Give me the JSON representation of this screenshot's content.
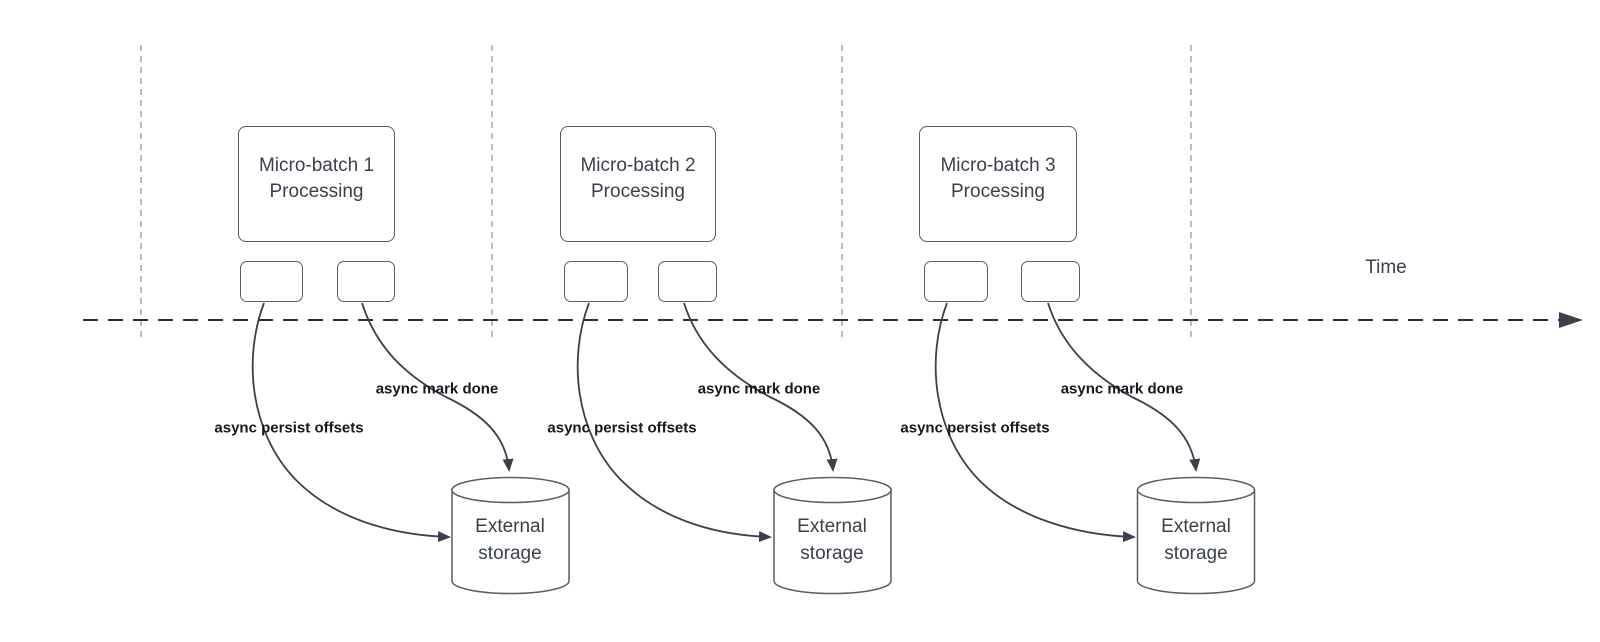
{
  "timeline": {
    "label": "Time"
  },
  "sections": [
    {
      "title_line1": "Micro-batch 1",
      "title_line2": "Processing",
      "persist_label": "async persist offsets",
      "mark_done_label": "async mark done",
      "storage": {
        "line1": "External",
        "line2": "storage"
      }
    },
    {
      "title_line1": "Micro-batch 2",
      "title_line2": "Processing",
      "persist_label": "async persist offsets",
      "mark_done_label": "async mark done",
      "storage": {
        "line1": "External",
        "line2": "storage"
      }
    },
    {
      "title_line1": "Micro-batch 3",
      "title_line2": "Processing",
      "persist_label": "async persist offsets",
      "mark_done_label": "async mark done",
      "storage": {
        "line1": "External",
        "line2": "storage"
      }
    }
  ],
  "colors": {
    "ink": "#3a414c",
    "label": "#14171c",
    "border": "#575e66",
    "arrow": "#3a414c",
    "vline": "#a6a6a6",
    "timeline-ink": "#2d2d2d",
    "background": "#ffffff"
  }
}
